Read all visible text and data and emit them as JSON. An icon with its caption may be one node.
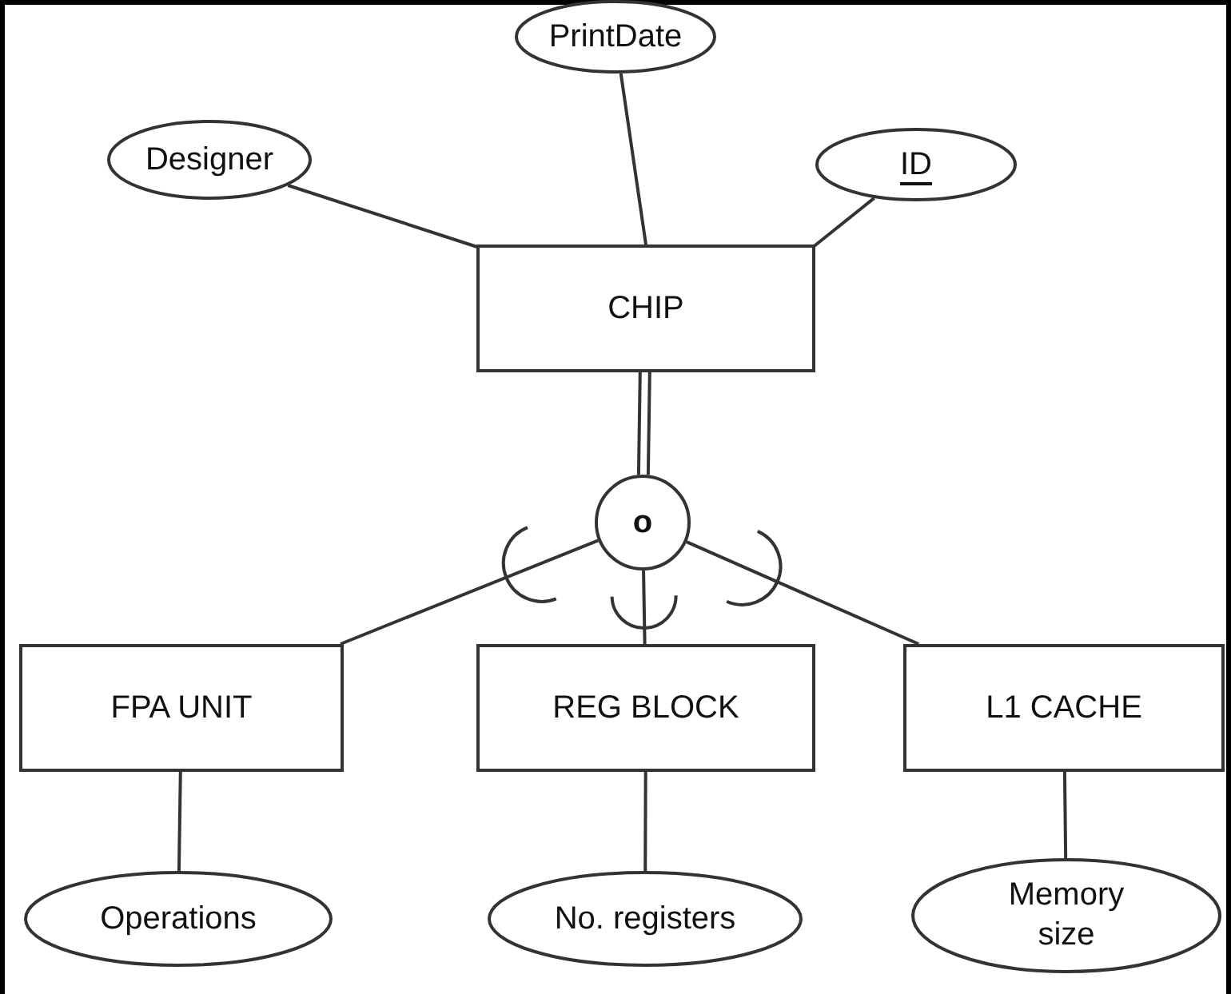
{
  "diagram": {
    "nodes": [
      {
        "text": [
          "Designer"
        ]
      },
      {
        "text": [
          "PrintDate"
        ]
      },
      {
        "text": [
          "ID"
        ]
      },
      {
        "text": [
          "CHIP"
        ]
      },
      {
        "text": [
          "o"
        ]
      },
      {
        "text": [
          "FPA UNIT"
        ]
      },
      {
        "text": [
          "REG BLOCK"
        ]
      },
      {
        "text": [
          "L1 CACHE"
        ]
      },
      {
        "text": [
          "Operations"
        ]
      },
      {
        "text": [
          "No. registers"
        ]
      },
      {
        "text": [
          "Memory size"
        ]
      }
    ],
    "edges": [
      {
        "from": 0,
        "to": 3,
        "arrow": "none"
      },
      {
        "from": 1,
        "to": 3,
        "arrow": "none"
      },
      {
        "from": 2,
        "to": 3,
        "arrow": "none"
      },
      {
        "from": 3,
        "to": 4,
        "arrow": "none",
        "style": "thick"
      },
      {
        "from": 4,
        "to": 5,
        "arrow": "other"
      },
      {
        "from": 4,
        "to": 6,
        "arrow": "other"
      },
      {
        "from": 4,
        "to": 7,
        "arrow": "other"
      },
      {
        "from": 5,
        "to": 8,
        "arrow": "none"
      },
      {
        "from": 6,
        "to": 9,
        "arrow": "none"
      },
      {
        "from": 7,
        "to": 10,
        "arrow": "none"
      }
    ]
  }
}
